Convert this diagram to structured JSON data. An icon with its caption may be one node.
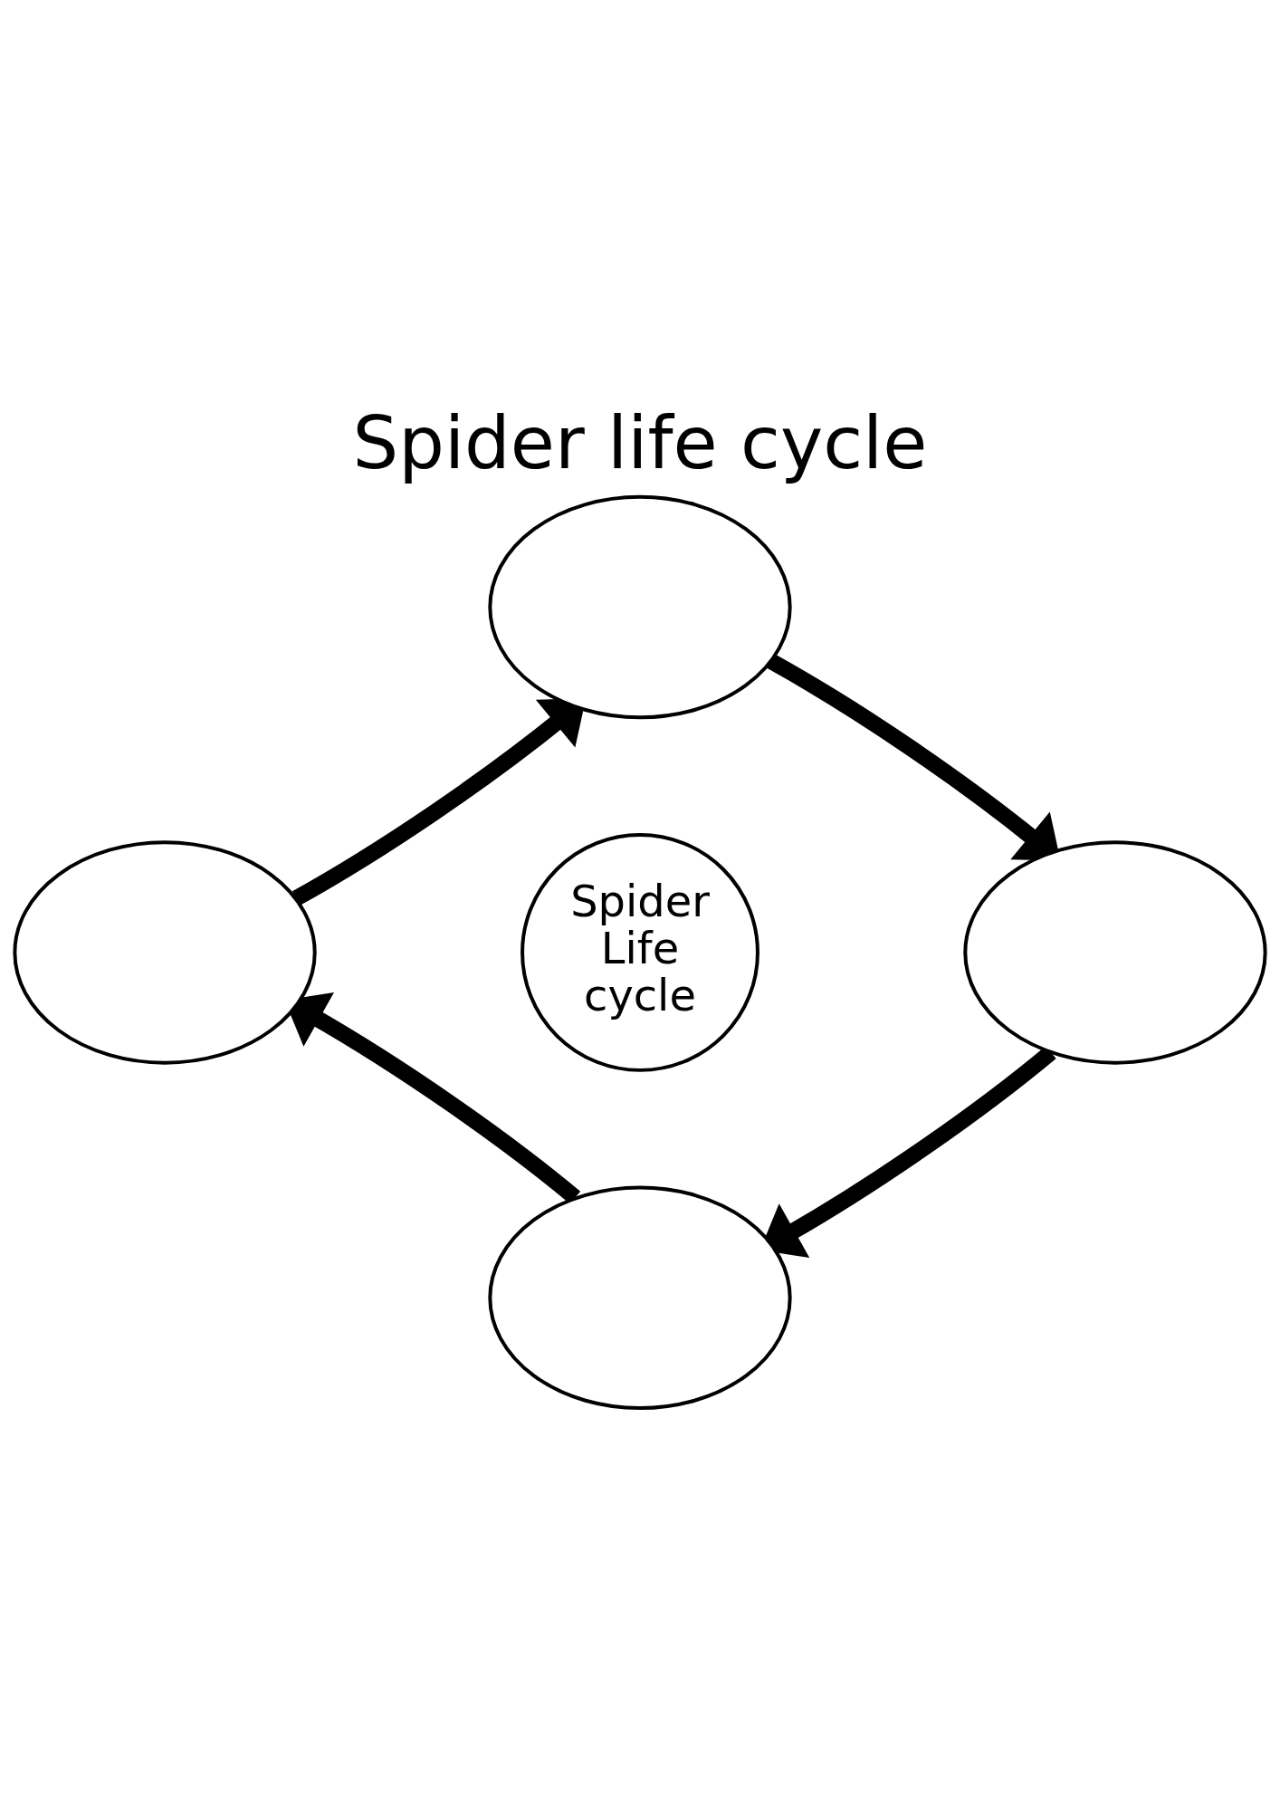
{
  "diagram": {
    "title": "Spider life cycle",
    "nodes": [
      {
        "text": [],
        "shape": "ellipse"
      },
      {
        "text": [],
        "shape": "ellipse"
      },
      {
        "text": [
          "Spider Life cycle"
        ]
      },
      {
        "text": [],
        "shape": "ellipse"
      },
      {
        "text": [],
        "shape": "ellipse"
      }
    ],
    "edges": [
      {
        "from": 0,
        "to": 3,
        "arrow": "to"
      },
      {
        "from": 3,
        "to": 4,
        "arrow": "to"
      },
      {
        "from": 4,
        "to": 1,
        "arrow": "to"
      },
      {
        "from": 1,
        "to": 0,
        "arrow": "to"
      }
    ]
  }
}
